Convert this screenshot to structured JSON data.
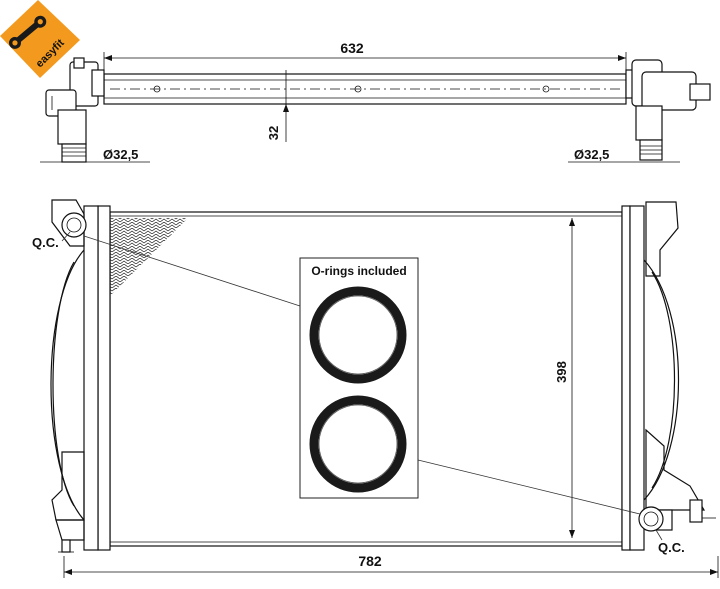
{
  "brand": {
    "badge_text": "easyfit",
    "accent": "#f39a1e",
    "icon": "wrench-icon"
  },
  "dimensions": {
    "top_width": "632",
    "tank_height": "32",
    "inlet_diameter_left": "Ø32,5",
    "inlet_diameter_right": "Ø32,5",
    "core_height": "398",
    "overall_width": "782"
  },
  "labels": {
    "qc_left": "Q.C.",
    "qc_right": "Q.C.",
    "orings": "O-rings included"
  },
  "colors": {
    "line": "#111111",
    "background": "#ffffff",
    "oring": "#1a1a1a"
  }
}
